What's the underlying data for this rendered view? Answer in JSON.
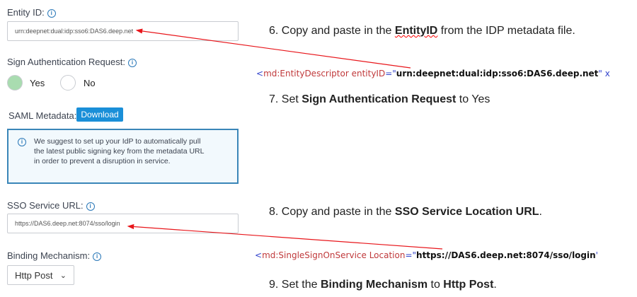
{
  "form": {
    "entity_id": {
      "label": "Entity ID:",
      "value": "urn:deepnet:dual:idp:sso6:DAS6.deep.net"
    },
    "sign_auth": {
      "label": "Sign Authentication Request:",
      "options": [
        "Yes",
        "No"
      ],
      "selected": "Yes"
    },
    "saml_metadata": {
      "label": "SAML Metadata:",
      "download_label": "Download"
    },
    "notice": "We suggest to set up your IdP to automatically pull the latest public signing key from the metadata URL in order to prevent a disruption in service.",
    "sso_url": {
      "label": "SSO Service URL:",
      "value": "https://DAS6.deep.net:8074/sso/login"
    },
    "binding": {
      "label": "Binding Mechanism:",
      "value": "Http Post"
    }
  },
  "instructions": {
    "step6": {
      "pre": "6. Copy and paste in the ",
      "bold": "EntityID",
      "post": " from the IDP metadata file."
    },
    "xml1": {
      "open": "<",
      "tag": "md:EntityDescriptor entityID",
      "eq": "=\"",
      "value": "urn:deepnet:dual:idp:sso6:DAS6.deep.net",
      "close": "\" x"
    },
    "step7": {
      "pre": "7. Set ",
      "bold": "Sign Authentication Request",
      "post": " to Yes"
    },
    "step8": {
      "pre": "8. Copy and paste in the ",
      "bold": "SSO Service Location URL",
      "post": "."
    },
    "xml2": {
      "open": "<",
      "tag": "md:SingleSignOnService Location",
      "eq": "=\"",
      "value": "https://DAS6.deep.net:8074/sso/login",
      "close": "'"
    },
    "step9": {
      "pre": "9. Set the ",
      "bold": "Binding Mechanism",
      "mid": " to ",
      "bold2": "Http Post",
      "post": "."
    }
  },
  "colors": {
    "accent": "#1a8fd8",
    "radio_selected": "#a9dcb0",
    "arrow": "#e8161b",
    "notice_border": "#3a86b8",
    "notice_bg": "#f2f9fd"
  }
}
